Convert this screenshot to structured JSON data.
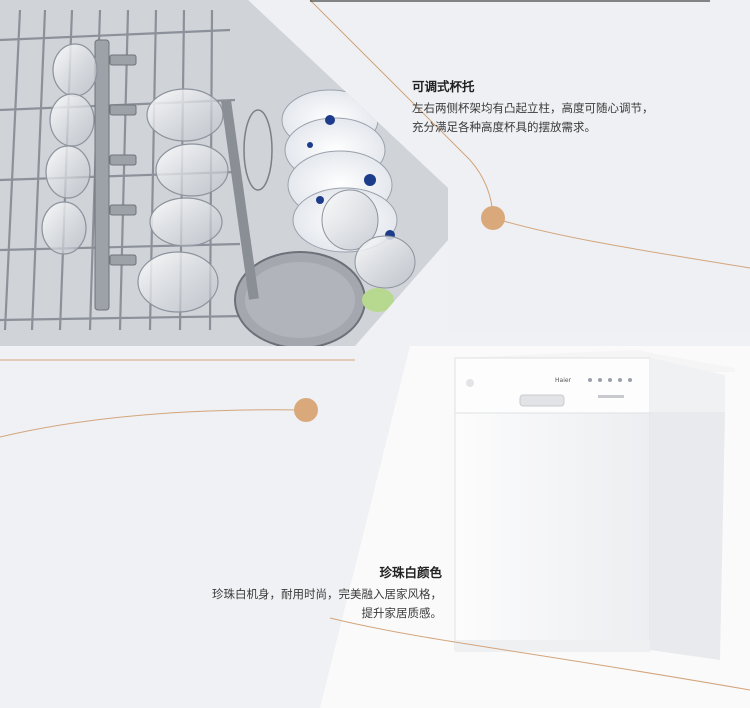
{
  "features": [
    {
      "title": "可调式杯托",
      "desc_lines": [
        "左右两侧杯架均有凸起立柱，高度可随心调节，",
        "充分满足各种高度杯具的摆放需求。"
      ]
    },
    {
      "title": "珍珠白颜色",
      "desc_lines": [
        "珍珠白机身，耐用时尚，完美融入居家风格，",
        "提升家居质感。"
      ]
    }
  ],
  "product": {
    "brand_label": "Haier"
  },
  "colors": {
    "background": "#f1f1f3",
    "accent_dot": "#d9a97b",
    "accent_line": "#d3a57c"
  }
}
